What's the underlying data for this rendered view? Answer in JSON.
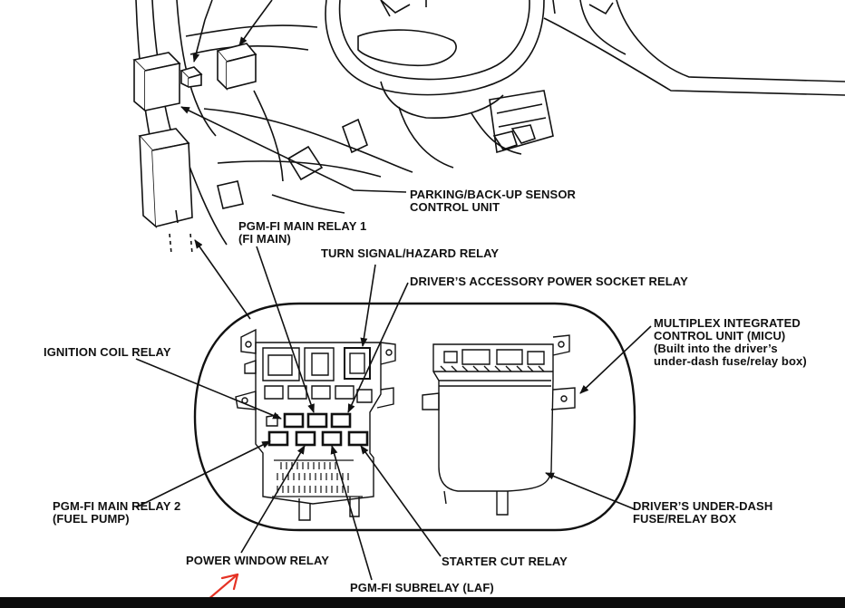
{
  "labels": {
    "parking_sensor": [
      "PARKING/BACK-UP SENSOR",
      "CONTROL UNIT"
    ],
    "pgm_fi_main_relay_1": [
      "PGM-FI MAIN RELAY 1",
      "(FI MAIN)"
    ],
    "turn_signal_relay": "TURN SIGNAL/HAZARD RELAY",
    "accessory_socket_relay": "DRIVER’S ACCESSORY POWER SOCKET RELAY",
    "micu": [
      "MULTIPLEX INTEGRATED",
      "CONTROL UNIT (MICU)",
      "(Built into the driver’s",
      "under-dash fuse/relay box)"
    ],
    "ignition_coil_relay": "IGNITION COIL RELAY",
    "pgm_fi_main_relay_2": [
      "PGM-FI MAIN RELAY 2",
      "(FUEL PUMP)"
    ],
    "fuse_relay_box": [
      "DRIVER’S UNDER-DASH",
      "FUSE/RELAY BOX"
    ],
    "power_window_relay": "POWER WINDOW RELAY",
    "starter_cut_relay": "STARTER CUT RELAY",
    "pgm_fi_subrelay": "PGM-FI SUBRELAY (LAF)"
  },
  "colors": {
    "line": "#111111",
    "annotation_arrow": "#e53224",
    "bottom_bar": "#0c0c0c"
  }
}
